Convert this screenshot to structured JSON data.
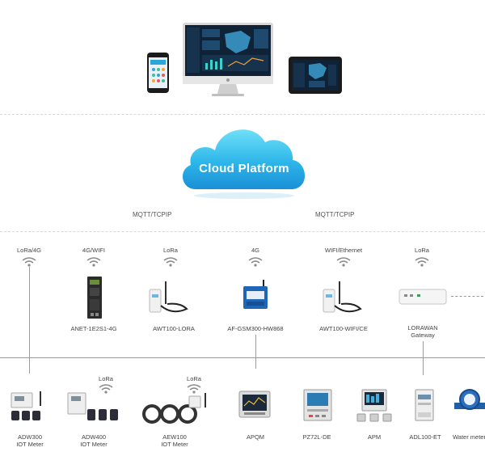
{
  "cloud": {
    "label": "Cloud Platform"
  },
  "protocols": {
    "left": "MQTT/TCPIP",
    "right": "MQTT/TCPIP"
  },
  "gateways": [
    {
      "comm": "LoRa/4G",
      "name": ""
    },
    {
      "comm": "4G/WIFI",
      "name": "ANET-1E2S1-4G"
    },
    {
      "comm": "LoRa",
      "name": "AWT100-LORA"
    },
    {
      "comm": "4G",
      "name": "AF-GSM300-HW868"
    },
    {
      "comm": "WIFI/Ethernet",
      "name": "AWT100-WIFI/CE"
    },
    {
      "comm": "LoRa",
      "name": "LORAWAN\nGateway"
    }
  ],
  "meters": [
    {
      "comm": "",
      "name": "ADW300\nIOT Meter"
    },
    {
      "comm": "LoRa",
      "name": "ADW400\nIOT Meter"
    },
    {
      "comm": "LoRa",
      "name": "AEW100\nIOT Meter"
    },
    {
      "comm": "",
      "name": "APQM"
    },
    {
      "comm": "",
      "name": "PZ72L-DE"
    },
    {
      "comm": "",
      "name": "APM"
    },
    {
      "comm": "",
      "name": "ADL100-ET"
    },
    {
      "comm": "",
      "name": "Water meter"
    }
  ],
  "colors": {
    "cloud_top": "#4fd3f2",
    "cloud_bottom": "#1a8fd6",
    "line": "#9a9a9a",
    "wifi": "#8a8a8a"
  },
  "icons": [
    "phone-icon",
    "monitor-icon",
    "tablet-icon",
    "cloud-icon",
    "wifi-icon",
    "dtu-icon",
    "antenna-icon",
    "meter-icon",
    "water-meter-icon"
  ]
}
